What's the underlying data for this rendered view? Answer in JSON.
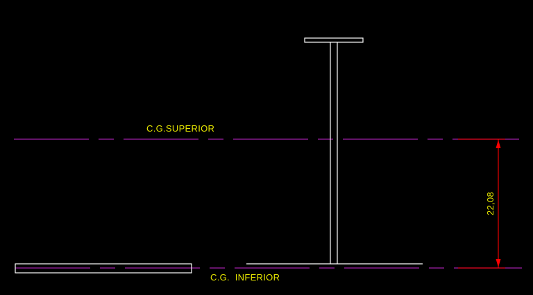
{
  "labels": {
    "upper_line": "C.G.SUPERIOR",
    "lower_line": "C.G.  INFERIOR",
    "dimension": "22,08"
  },
  "colors": {
    "background": "#000000",
    "centerline": "#a020a8",
    "geometry": "#ffffff",
    "text": "#e6e600",
    "dimension_line": "#ff0000"
  }
}
